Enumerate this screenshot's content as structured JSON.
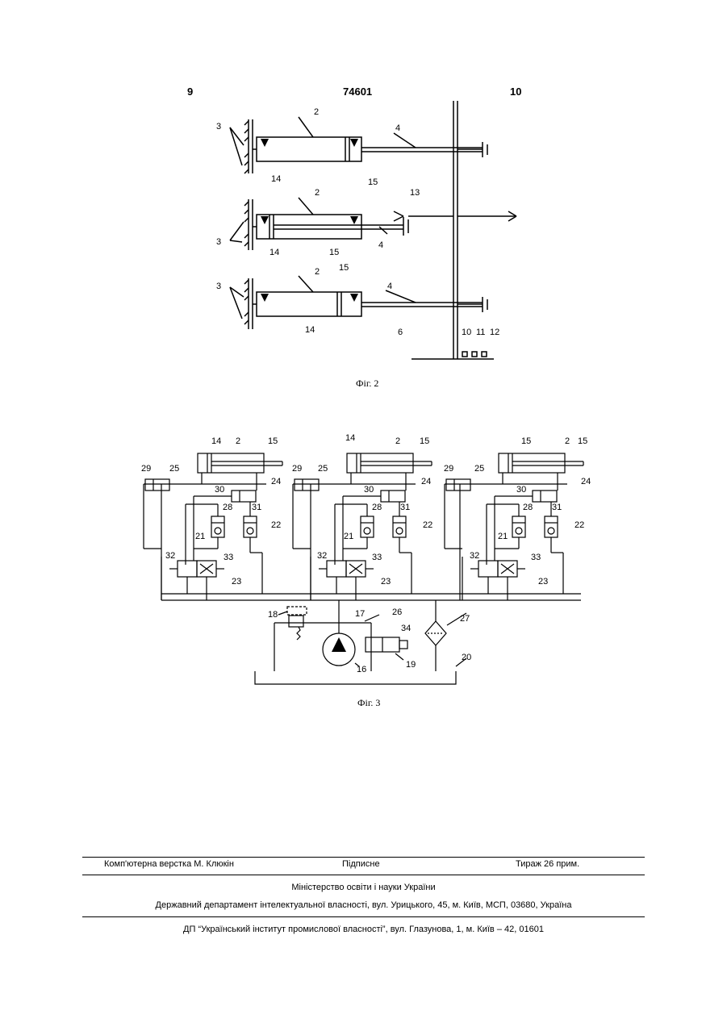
{
  "header": {
    "left_page": "9",
    "patent_number": "74601",
    "right_page": "10"
  },
  "fig2": {
    "caption": "Фіг. 2",
    "labels": [
      "2",
      "3",
      "4",
      "14",
      "15",
      "2",
      "13",
      "3",
      "14",
      "15",
      "4",
      "2",
      "15",
      "3",
      "4",
      "14",
      "6",
      "10",
      "11",
      "12"
    ]
  },
  "fig3": {
    "caption": "Фіг. 3",
    "labels": {
      "c1_left": "14",
      "c1_two": "2",
      "c1_right": "15",
      "c2_left": "14",
      "c2_two": "2",
      "c2_right": "15",
      "c3_left": "15",
      "c3_two": "2",
      "c3_right": "15",
      "u29": "29",
      "u25": "25",
      "u30": "30",
      "u24": "24",
      "u28": "28",
      "u31": "31",
      "u21": "21",
      "u22": "22",
      "u32": "32",
      "u33": "33",
      "u23": "23",
      "n26": "26",
      "n18": "18",
      "n17": "17",
      "n34": "34",
      "n27": "27",
      "n16": "16",
      "n19": "19",
      "n20": "20"
    }
  },
  "footer": {
    "typesetting": "Комп'ютерна верстка М. Клюкін",
    "subscription": "Підписне",
    "circulation": "Тираж 26 прим.",
    "ministry": "Міністерство освіти і науки України",
    "department": "Державний департамент інтелектуальної власності, вул. Урицького, 45, м. Київ, МСП, 03680, Україна",
    "institute": "ДП “Український інститут промислової власності”, вул. Глазунова, 1, м. Київ – 42, 01601"
  }
}
